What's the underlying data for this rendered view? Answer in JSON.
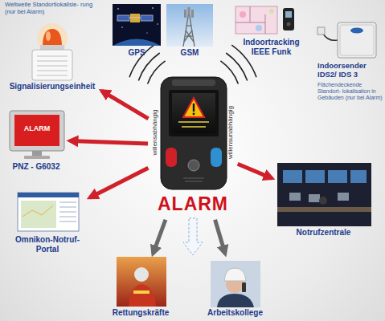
{
  "diagram": {
    "nodes": [
      {
        "text": [
          "GPS"
        ]
      },
      {
        "text": [
          "GSM"
        ]
      },
      {
        "text": [
          "Indoortracking IEEE Funk"
        ]
      },
      {
        "text": [
          "Indoorsender IDS2/ IDS 3",
          "Flächendeckende Standort- lokalisation in Gebäuden (nur bei Alarm)"
        ]
      },
      {
        "text": [
          "Signalisierungseinheit"
        ]
      },
      {
        "text": [
          "PNZ - G6032"
        ]
      },
      {
        "text": [
          "ALARM"
        ]
      },
      {
        "text": [
          "Omnikon-Notruf-Portal"
        ]
      },
      {
        "text": [
          "Notrufzentrale"
        ]
      },
      {
        "text": [
          "Rettungskräfte"
        ]
      },
      {
        "text": [
          "Arbeitskollege"
        ]
      }
    ],
    "edges": [
      {
        "from": 6,
        "to": 4,
        "arrow": "to"
      },
      {
        "from": 6,
        "to": 5,
        "arrow": "to"
      },
      {
        "from": 6,
        "to": 7,
        "arrow": "to"
      },
      {
        "from": 6,
        "to": 8,
        "arrow": "to"
      },
      {
        "from": 6,
        "to": 9,
        "arrow": "to"
      },
      {
        "from": 6,
        "to": 10,
        "arrow": "to"
      }
    ],
    "labels": [
      "Weltweite Standortlokalisie- rung (nur bei Alarm)",
      "willensabhängig",
      "willensunabhängig",
      "ALARM"
    ]
  }
}
